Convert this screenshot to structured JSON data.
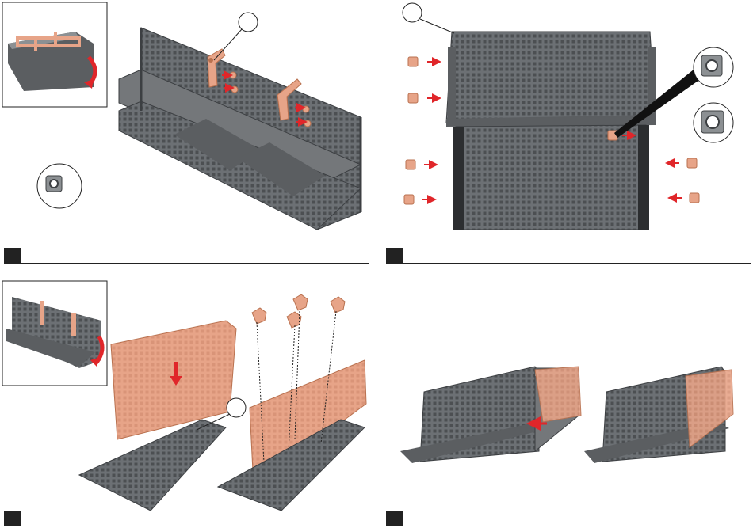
{
  "page": {
    "background": "#ffffff"
  },
  "colors": {
    "part_dark": "#5b5e61",
    "part_mid": "#74777a",
    "part_light": "#8c9093",
    "part_edge": "#3c3f42",
    "accent_copper": "#e7a488",
    "accent_copper_dark": "#b9714f",
    "arrow_red": "#e0262a",
    "step_marker": "#222222"
  },
  "steps": [
    {
      "id": "step-1",
      "icon": "rotate-arrow-icon",
      "detail": "square-nut-icon"
    },
    {
      "id": "step-2",
      "icon": "push-arrow-icon",
      "detail": "square-nut-detail-icon"
    },
    {
      "id": "step-3",
      "icon": "down-arrow-icon",
      "detail": "screw-icon"
    },
    {
      "id": "step-4",
      "icon": "insert-arrow-icon",
      "detail": "end-panel-icon"
    }
  ]
}
